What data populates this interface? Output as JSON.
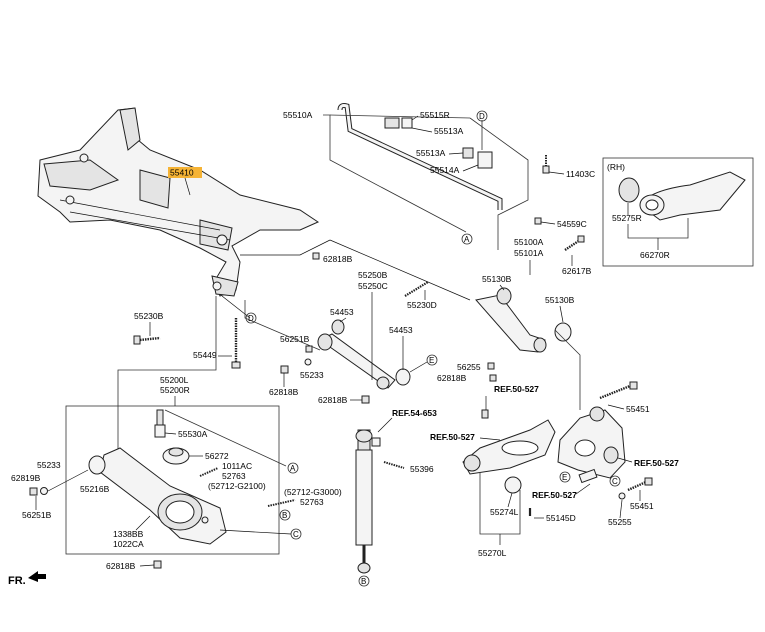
{
  "diagram": {
    "highlight_color": "#f5b335",
    "labels": {
      "p55410": "55410",
      "p55510A": "55510A",
      "p55515R": "55515R",
      "p55513A_1": "55513A",
      "p55513A_2": "55513A",
      "p55514A": "55514A",
      "p11403C": "11403C",
      "p54559C": "54559C",
      "p62818B_1": "62818B",
      "p62818B_2": "62818B",
      "p62818B_3": "62818B",
      "p62818B_4": "62818B",
      "p62818B_5": "62818B",
      "p55250B": "55250B",
      "p55250C": "55250C",
      "p55230D": "55230D",
      "p54453_1": "54453",
      "p54453_2": "54453",
      "p56251B_1": "56251B",
      "p56251B_2": "56251B",
      "p55233_1": "55233",
      "p55233_2": "55233",
      "p55230B": "55230B",
      "p55449": "55449",
      "p55200L": "55200L",
      "p55200R": "55200R",
      "p55530A": "55530A",
      "p56272": "56272",
      "p1011AC": "1011AC",
      "p52763_1": "52763",
      "p52712G2100": "(52712-G2100)",
      "p52712G3000": "(52712-G3000)",
      "p52763_2": "52763",
      "p62819B": "62819B",
      "p55216B": "55216B",
      "p1338BB": "1338BB",
      "p1022CA": "1022CA",
      "p55100A": "55100A",
      "p55101A": "55101A",
      "p55130B_1": "55130B",
      "p55130B_2": "55130B",
      "p62617B": "62617B",
      "p56255_1": "56255",
      "p55255": "55255",
      "p55451_1": "55451",
      "p55451_2": "55451",
      "p55396": "55396",
      "p55274L": "55274L",
      "p55145D": "55145D",
      "p55270L": "55270L",
      "p55275R": "55275R",
      "p66270R": "66270R",
      "rh": "(RH)",
      "fr": "FR."
    },
    "refs": {
      "ref54653": "REF.54-653",
      "ref50527_a": "REF.50-527",
      "ref50527_b": "REF.50-527",
      "ref50527_c": "REF.50-527",
      "ref50527_d": "REF.50-527"
    },
    "callouts": {
      "A": "A",
      "B": "B",
      "C": "C",
      "D": "D",
      "E": "E"
    }
  }
}
